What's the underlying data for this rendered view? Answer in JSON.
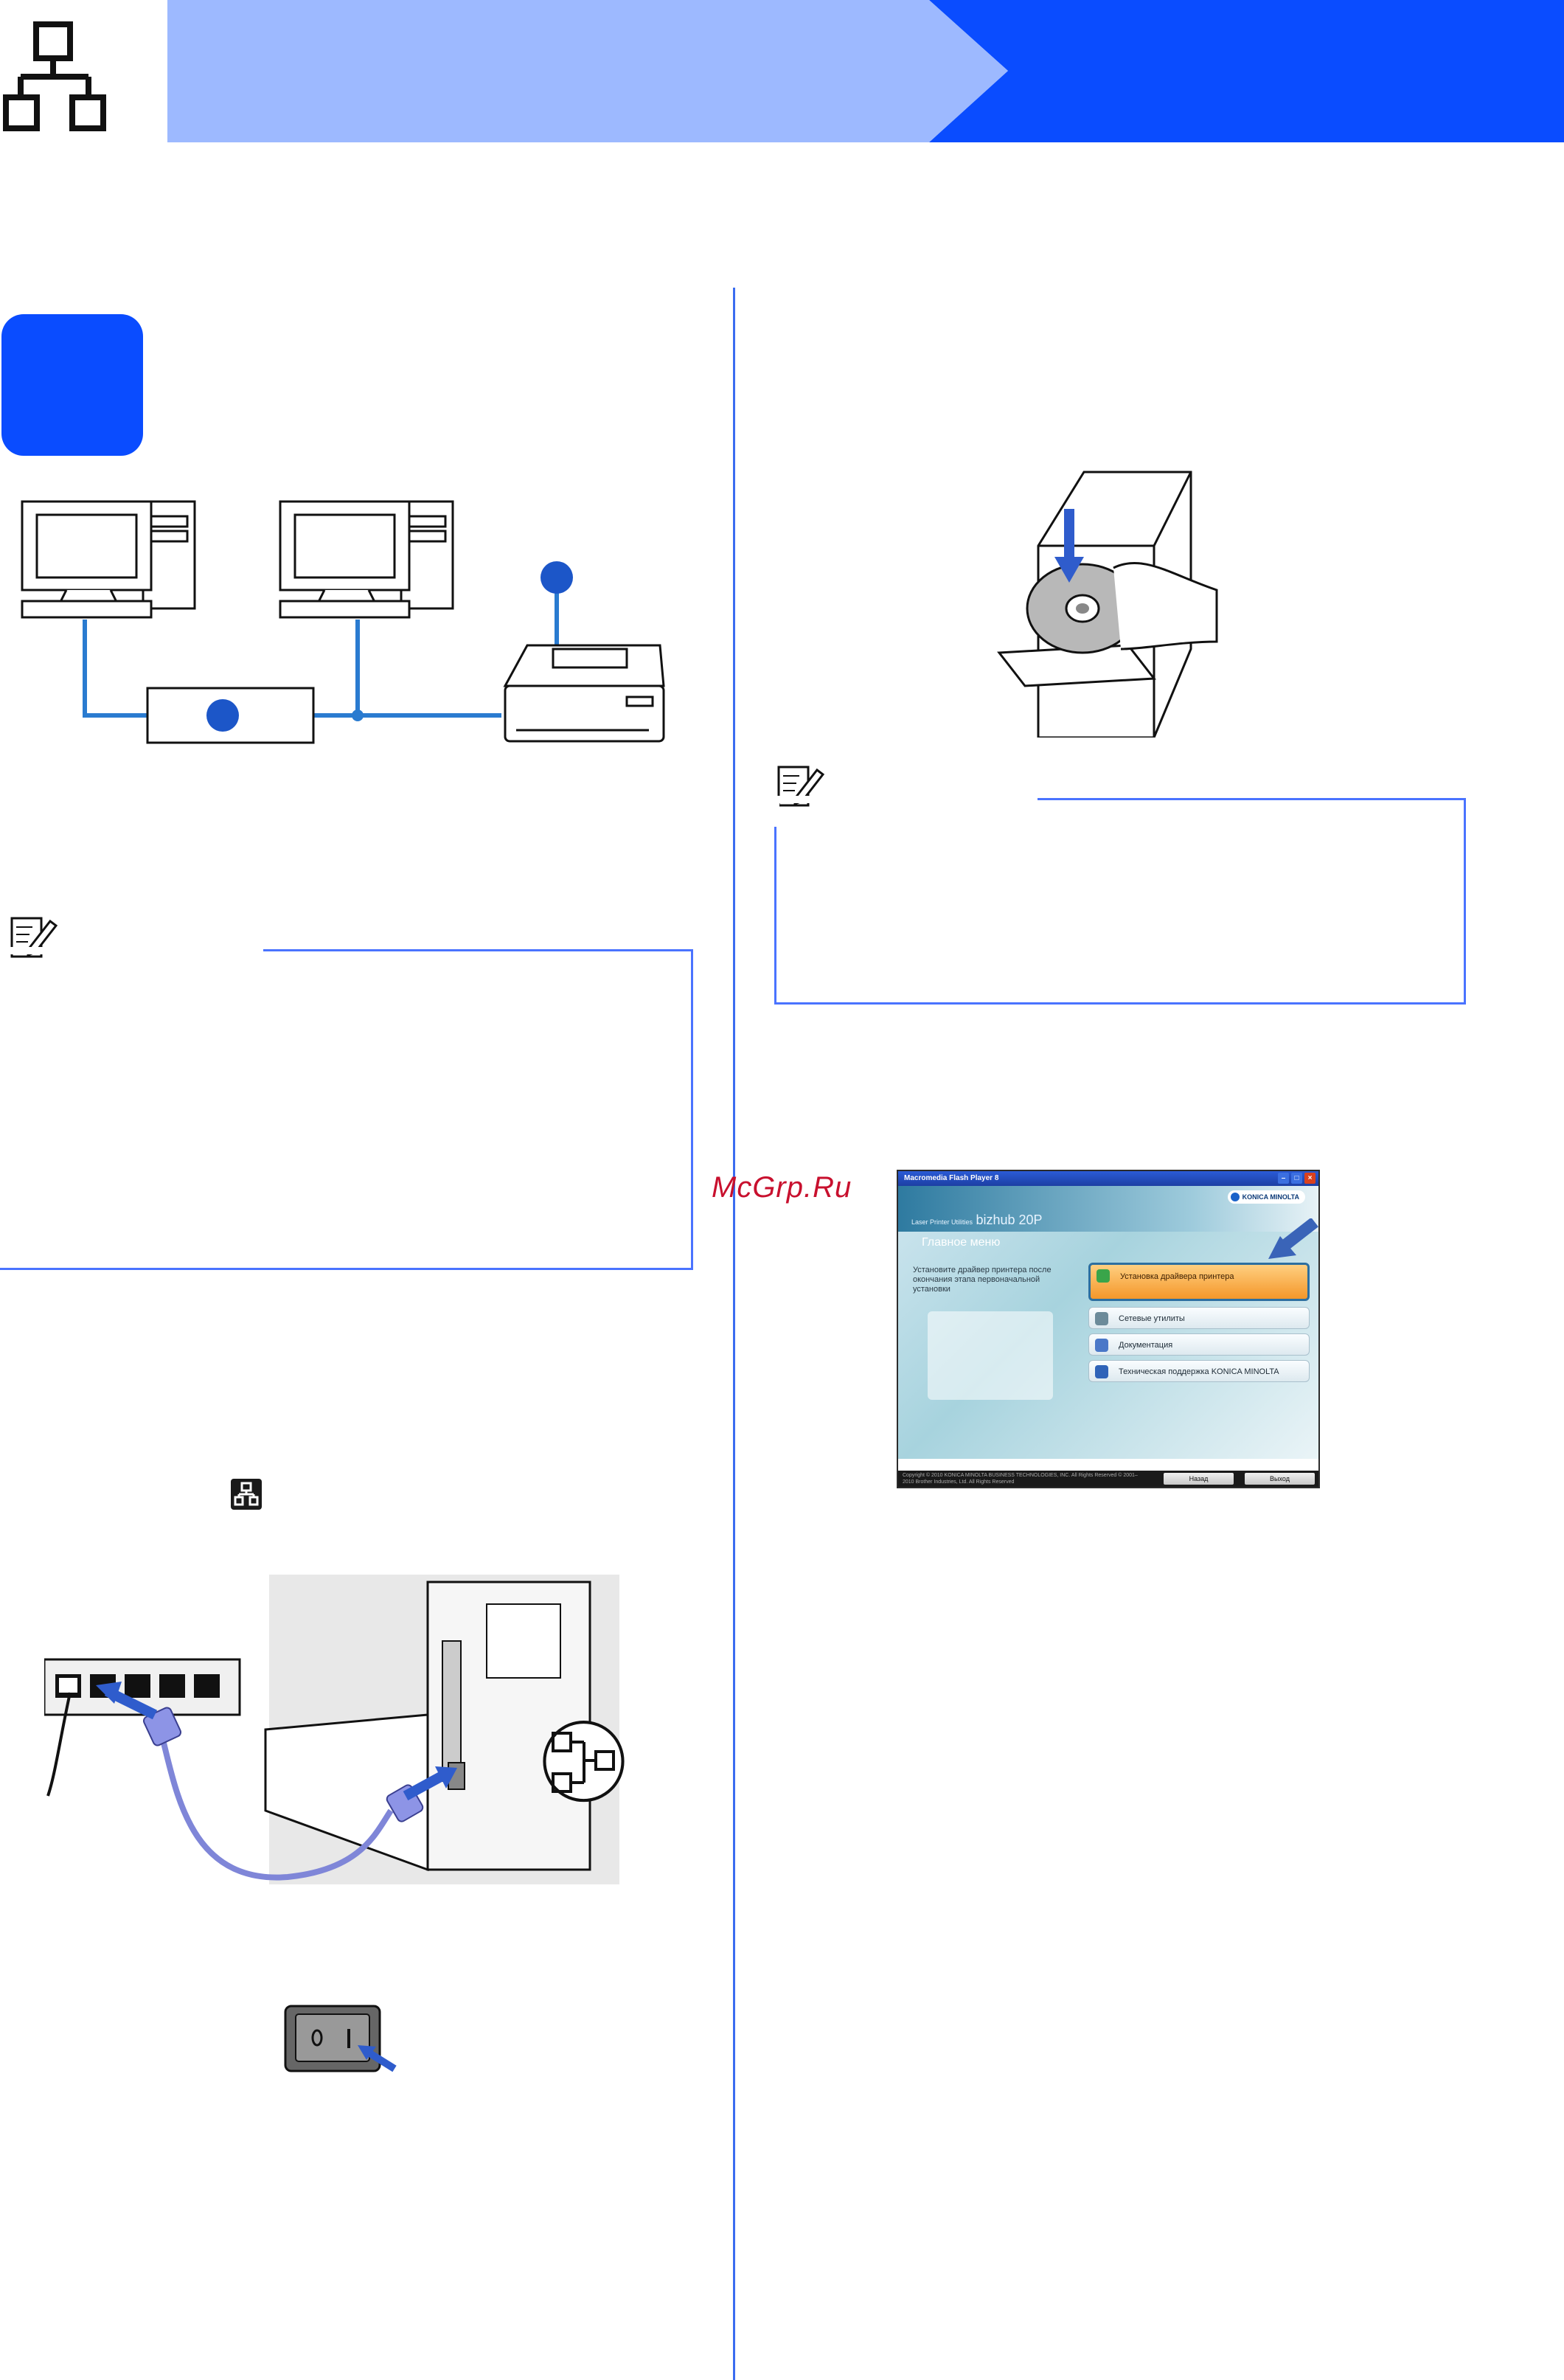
{
  "watermark": {
    "text": "McGrp.Ru"
  },
  "screenshot": {
    "window_title": "Macromedia Flash Player 8",
    "brand": "KONICA MINOLTA",
    "product_prefix": "Laser Printer Utilities",
    "product_name": "bizhub 20P",
    "heading": "Главное меню",
    "description": "Установите драйвер принтера после окончания этапа первоначальной установки",
    "menu": [
      {
        "label": "Установка драйвера принтера"
      },
      {
        "label": "Сетевые утилиты"
      },
      {
        "label": "Документация"
      },
      {
        "label": "Техническая поддержка KONICA MINOLTA"
      }
    ],
    "footer_copyright": "Copyright © 2010 KONICA MINOLTA BUSINESS TECHNOLOGIES, INC. All Rights Reserved © 2001–2010 Brother Industries, Ltd. All Rights Reserved",
    "back_label": "Назад",
    "exit_label": "Выход"
  },
  "colors": {
    "banner_light": "#9db9ff",
    "banner_dark": "#0a4cff",
    "accent_blue": "#2a64d8",
    "rule_blue": "#3a6cf0"
  }
}
